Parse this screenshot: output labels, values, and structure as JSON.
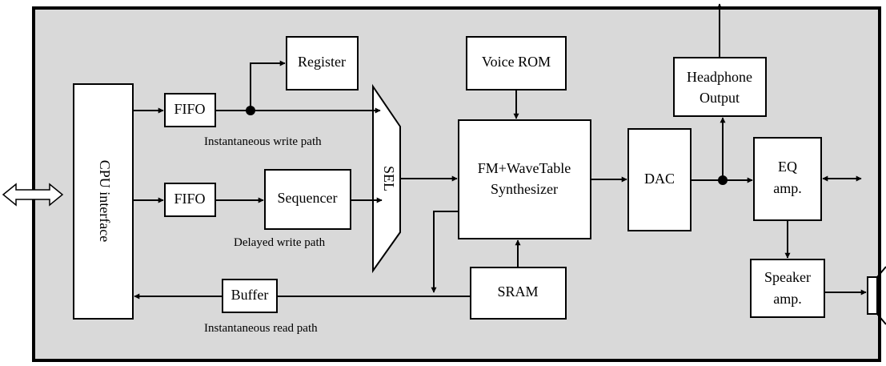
{
  "colors": {
    "chip_background": "#d9d9d9",
    "line": "#000000",
    "block": "#ffffff"
  },
  "blocks": {
    "cpu_interface": "CPU interface",
    "fifo_top": "FIFO",
    "fifo_bottom": "FIFO",
    "register": "Register",
    "sequencer": "Sequencer",
    "buffer": "Buffer",
    "sel": "SEL",
    "voice_rom": "Voice ROM",
    "synth_line1": "FM+WaveTable",
    "synth_line2": "Synthesizer",
    "sram": "SRAM",
    "dac": "DAC",
    "headphone_line1": "Headphone",
    "headphone_line2": "Output",
    "eq_line1": "EQ",
    "eq_line2": "amp.",
    "speaker_line1": "Speaker",
    "speaker_line2": "amp."
  },
  "captions": {
    "instant_write": "Instantaneous write path",
    "delayed_write": "Delayed write path",
    "instant_read": "Instantaneous read path"
  },
  "icons": [
    "double-headed-hollow-arrow-icon",
    "speaker-icon"
  ]
}
